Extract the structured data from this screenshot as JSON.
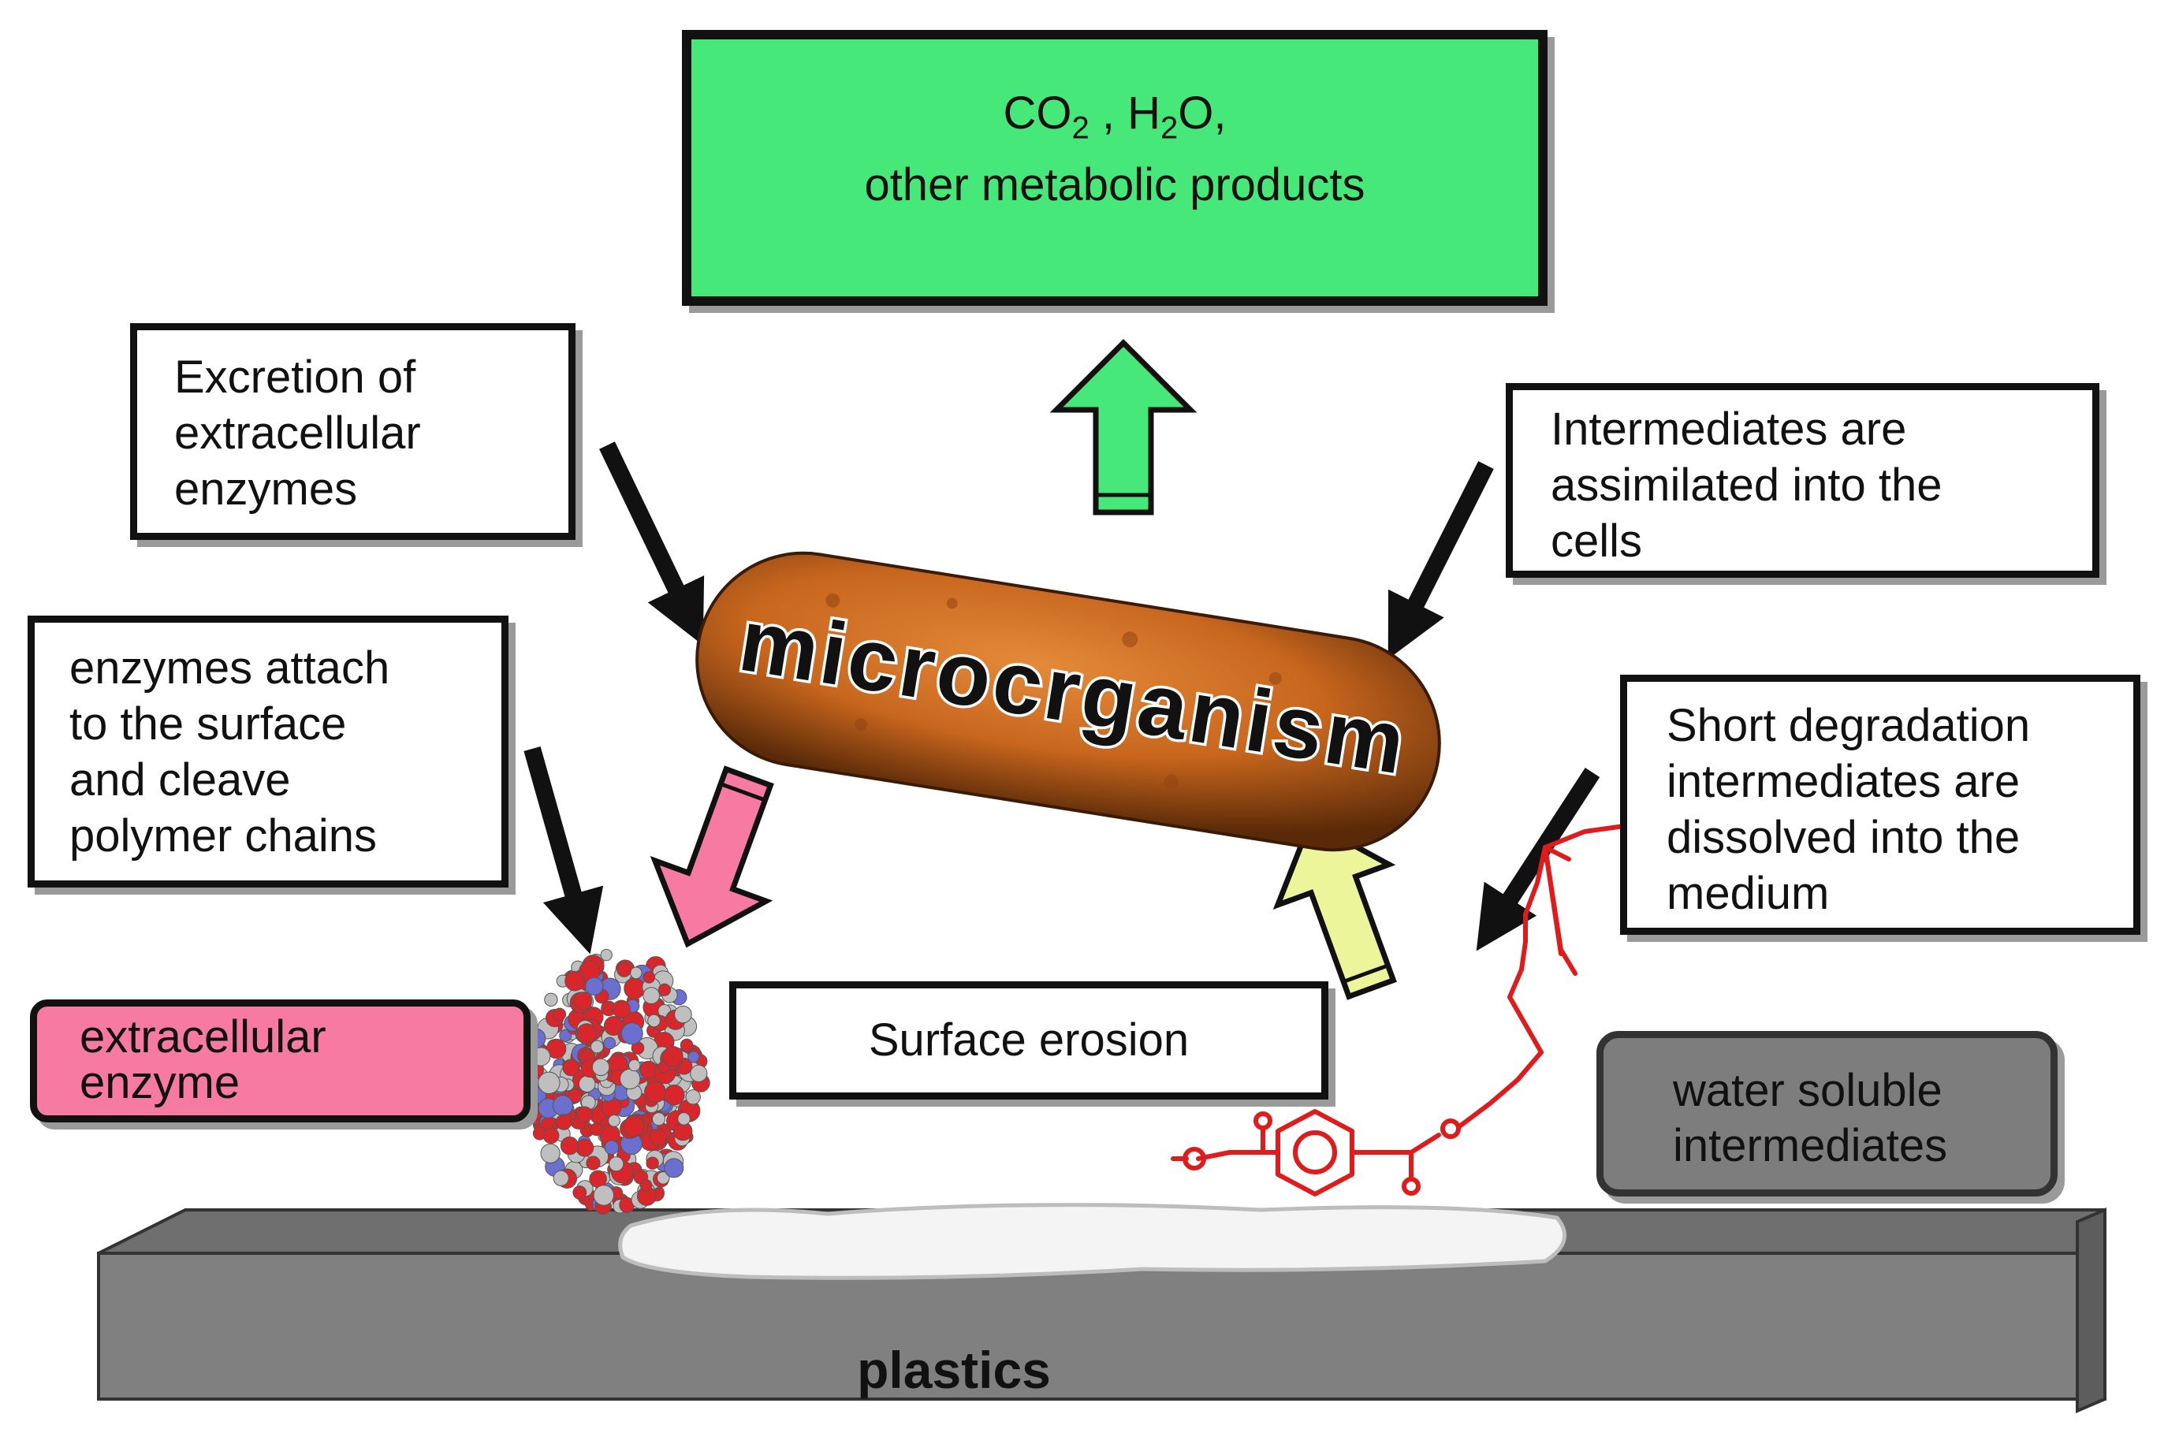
{
  "products_box": {
    "co2_base": "CO",
    "co2_sub": "2",
    "separator": " , ",
    "h2o_base": "H",
    "h2o_sub": "2",
    "h2o_tail": "O,",
    "line2": "other metabolic products",
    "fill": "#47e87a"
  },
  "excretion_box": {
    "lines": [
      "Excretion of",
      "extracellular",
      "enzymes"
    ]
  },
  "assimilation_box": {
    "lines": [
      "Intermediates are",
      "assimilated into the",
      "cells"
    ]
  },
  "attach_box": {
    "lines": [
      "enzymes attach",
      "to the surface",
      "and cleave",
      "polymer chains"
    ]
  },
  "dissolve_box": {
    "lines": [
      "Short degradation",
      "intermediates are",
      "dissolved into the",
      "medium"
    ]
  },
  "enzyme_label": {
    "lines": [
      "extracellular",
      "enzyme"
    ],
    "fill": "#f77aa3"
  },
  "erosion_label": {
    "text": "Surface erosion"
  },
  "intermediates_label": {
    "lines": [
      "water soluble",
      "intermediates"
    ],
    "fill": "#7d7d7d"
  },
  "microorganism": {
    "text": "microcrganism",
    "color": "#c8661e"
  },
  "plastics": {
    "text": "plastics",
    "color": "#808080"
  },
  "arrows": {
    "up_color": "#47e87a",
    "down_color": "#f77aa3",
    "in_color": "#ecf59a"
  },
  "molecule": {
    "color": "#e01b1b"
  }
}
